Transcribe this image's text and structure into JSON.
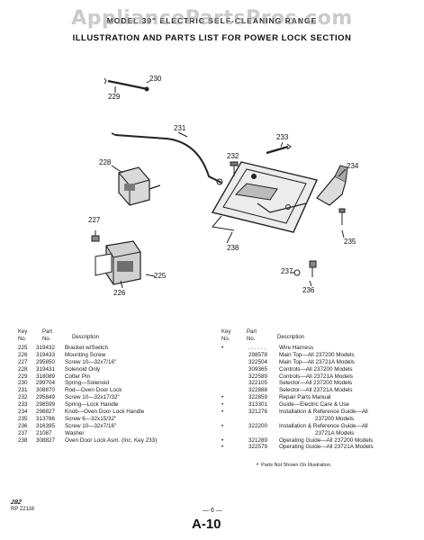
{
  "watermark": "AppliancePartsPros.com",
  "header": {
    "line1": "MODEL 30\" ELECTRIC SELF-CLEANING RANGE",
    "line2": "ILLUSTRATION AND PARTS LIST FOR POWER LOCK SECTION"
  },
  "callouts": {
    "c225": "225",
    "c226": "226",
    "c227": "227",
    "c228": "228",
    "c229": "229",
    "c230": "230",
    "c231": "231",
    "c232": "232",
    "c233": "233",
    "c234": "234",
    "c235": "235",
    "c236": "236",
    "c237": "237",
    "c238": "238"
  },
  "table_header": {
    "key_label": "Key\nNo.",
    "part_label": "Part\nNo.",
    "desc_label": "Description"
  },
  "left_parts": [
    {
      "key": "225",
      "part": "319432",
      "desc": "Bracket w/Switch"
    },
    {
      "key": "226",
      "part": "319433",
      "desc": "Mounting Screw"
    },
    {
      "key": "227",
      "part": "295850",
      "desc": "Screw 10—32x7/16\""
    },
    {
      "key": "228",
      "part": "319431",
      "desc": "Solenoid Only"
    },
    {
      "key": "229",
      "part": "318089",
      "desc": "Cotter Pin"
    },
    {
      "key": "230",
      "part": "299704",
      "desc": "Spring—Solenoid"
    },
    {
      "key": "231",
      "part": "308870",
      "desc": "Rod—Oven Door Lock"
    },
    {
      "key": "232",
      "part": "295849",
      "desc": "Screw 10—32x17/32\""
    },
    {
      "key": "233",
      "part": "298599",
      "desc": "Spring—Lock Handle"
    },
    {
      "key": "234",
      "part": "298827",
      "desc": "Knob—Oven Door Lock Handle"
    },
    {
      "key": "235",
      "part": "313786",
      "desc": "Screw 6—32x15/32\""
    },
    {
      "key": "236",
      "part": "316395",
      "desc": "Screw 10—32x7/16\""
    },
    {
      "key": "237",
      "part": "21087",
      "desc": "Washer"
    },
    {
      "key": "238",
      "part": "308827",
      "desc": "Oven Door Lock Asm. (Inc. Key 233)"
    }
  ],
  "right_parts": [
    {
      "mark": "•",
      "part": ". . . . . .",
      "desc": "Wire Harness"
    },
    {
      "mark": "",
      "part": "298578",
      "desc": "Main Top—All 237200 Models"
    },
    {
      "mark": "",
      "part": "322504",
      "desc": "Main Top—All 23721A Models"
    },
    {
      "mark": "",
      "part": "309365",
      "desc": "Controls—All 237200 Models"
    },
    {
      "mark": "",
      "part": "322589",
      "desc": "Controls—All 23721A Models"
    },
    {
      "mark": "",
      "part": "322105",
      "desc": "Selector—All 237200 Models"
    },
    {
      "mark": "",
      "part": "322888",
      "desc": "Selector—All 23721A Models"
    },
    {
      "mark": "•",
      "part": "322859",
      "desc": "Repair Parts Manual"
    },
    {
      "mark": "•",
      "part": "313301",
      "desc": "Guide—Electric Care & Use"
    },
    {
      "mark": "•",
      "part": "321276",
      "desc": "Installation & Reference Guide—All"
    },
    {
      "mark": "",
      "part": "",
      "desc": "237200 Models"
    },
    {
      "mark": "•",
      "part": "322200",
      "desc": "Installation & Reference Guide—All"
    },
    {
      "mark": "",
      "part": "",
      "desc": "23721A Models"
    },
    {
      "mark": "•",
      "part": "321289",
      "desc": "Operating Guide—All 237200 Models"
    },
    {
      "mark": "•",
      "part": "322579",
      "desc": "Operating Guide—All 23721A Models"
    }
  ],
  "footnote": {
    "mark": "•",
    "text": "Parts Not Shown On Illustration."
  },
  "footer": {
    "code1": "282",
    "code2": "RP 22116",
    "page": "— 6 —",
    "sheet": "A-10"
  }
}
